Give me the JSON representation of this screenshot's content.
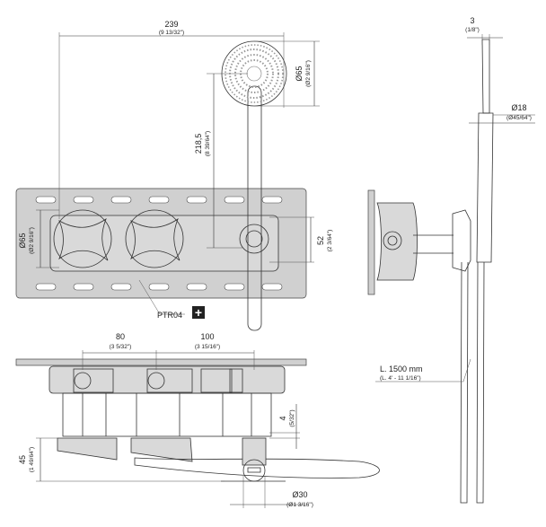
{
  "dimensions": {
    "width_total": {
      "mm": "239",
      "in": "(9 13/32\")"
    },
    "head_diameter": {
      "mm": "Ø65",
      "in": "(Ø2 9/16\")"
    },
    "holder_height": {
      "mm": "218,5",
      "in": "(8 39/64\")"
    },
    "knob_diameter": {
      "mm": "Ø65",
      "in": "(Ø2 9/16\")"
    },
    "holder_offset": {
      "mm": "52",
      "in": "(2 3/64\")"
    },
    "head_thickness": {
      "mm": "3",
      "in": "(1/8\")"
    },
    "handle_diameter": {
      "mm": "Ø18",
      "in": "(Ø45/64\")"
    },
    "axis_spacing_1": {
      "mm": "80",
      "in": "(3 5/32\")"
    },
    "axis_spacing_2": {
      "mm": "100",
      "in": "(3 15/16\")"
    },
    "plate_projection": {
      "mm": "4",
      "in": "(5/32\")"
    },
    "depth": {
      "mm": "45",
      "in": "(1 49/64\")"
    },
    "outlet_diameter": {
      "mm": "Ø30",
      "in": "(Ø1 3/16\")"
    }
  },
  "hose": {
    "mm": "L. 1500 mm",
    "in": "(L. 4' - 11 1/16\")"
  },
  "callouts": {
    "plate_code": "PTR04",
    "plus_symbol": "+"
  }
}
